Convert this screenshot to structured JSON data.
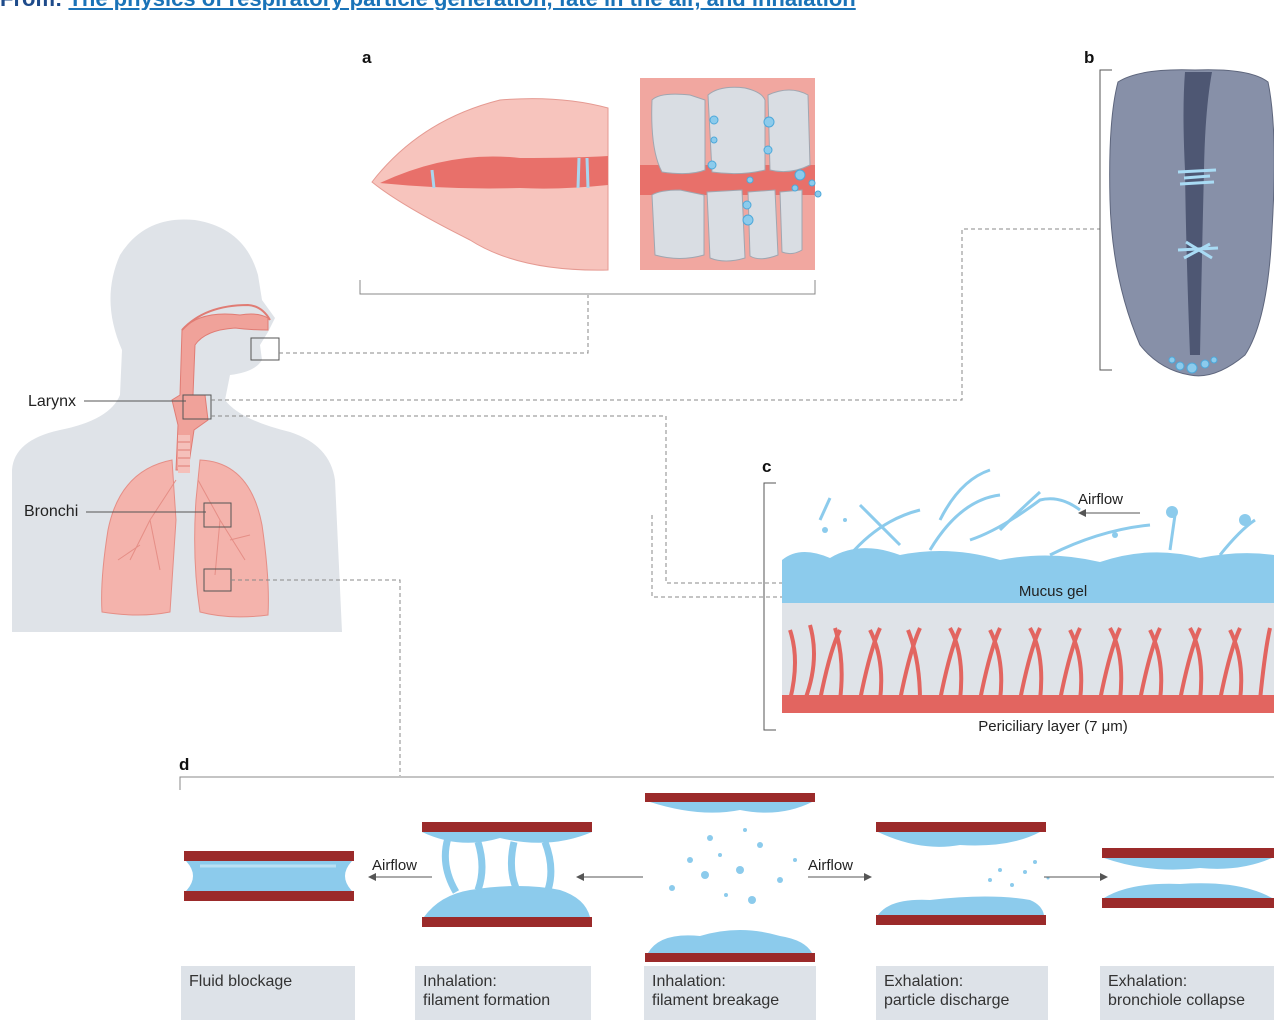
{
  "header": {
    "prefix": "From: ",
    "link_text": "The physics of respiratory particle generation, fate in the air, and inhalation"
  },
  "panels": {
    "a": "a",
    "b": "b",
    "c": "c",
    "d": "d"
  },
  "body_labels": {
    "larynx": "Larynx",
    "bronchi": "Bronchi"
  },
  "panel_c": {
    "airflow": "Airflow",
    "mucus": "Mucus gel",
    "periciliary": "Periciliary layer (7 μm)"
  },
  "panel_d": {
    "airflow_left": "Airflow",
    "airflow_right": "Airflow",
    "stages": [
      {
        "line1": "Fluid blockage",
        "line2": ""
      },
      {
        "line1": "Inhalation:",
        "line2": "filament formation"
      },
      {
        "line1": "Inhalation:",
        "line2": "filament breakage"
      },
      {
        "line1": "Exhalation:",
        "line2": "particle discharge"
      },
      {
        "line1": "Exhalation:",
        "line2": "bronchiole collapse"
      }
    ]
  },
  "colors": {
    "body_silhouette": "#dfe3e8",
    "lung_pink": "#f4b3ac",
    "lip_pink": "#f7c4bd",
    "mouth_red": "#e8706a",
    "fluid_blue": "#8ccbec",
    "fluid_light": "#b9e0f4",
    "tissue_dark_red": "#9b2a2a",
    "vocal_fold_gray": "#8790a8",
    "caption_bg": "#dde2e8",
    "link_blue": "#1a73b8"
  },
  "icons": [
    "airflow-arrow-icon",
    "droplet-icon"
  ]
}
